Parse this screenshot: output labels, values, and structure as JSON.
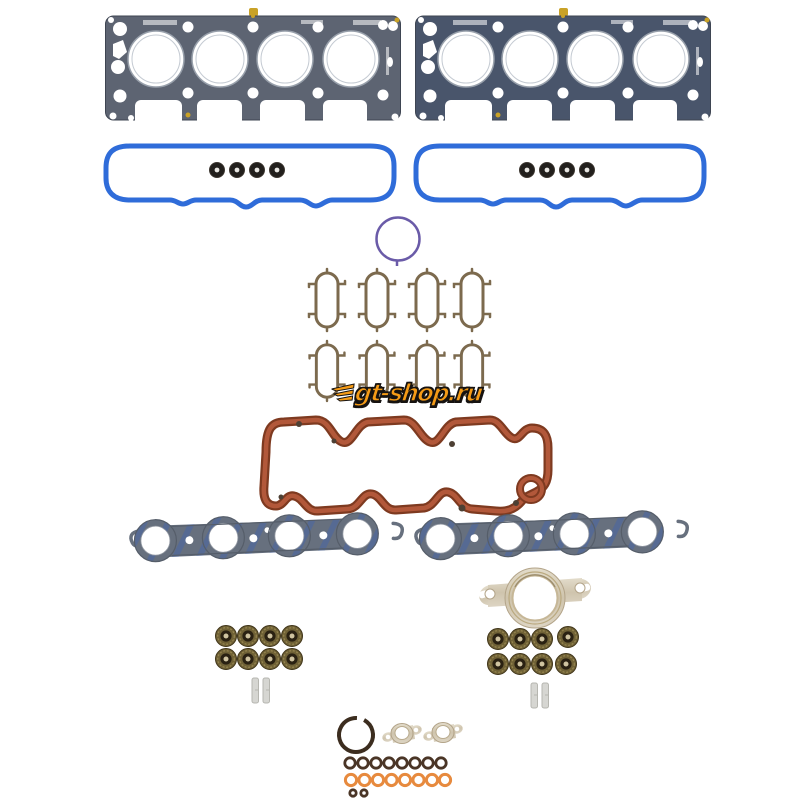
{
  "title": "Engine cylinder head gasket set product photo",
  "background": "#ffffff",
  "watermark": {
    "text": "gt-shop.ru"
  },
  "parts": [
    {
      "name": "cylinder-head-gasket",
      "label": "MLS cylinder head gasket, 4 bores",
      "qty": 2
    },
    {
      "name": "valve-cover-gasket",
      "label": "Blue valve cover gasket",
      "qty": 2
    },
    {
      "name": "valve-cover-grommet",
      "label": "Valve cover bolt grommet",
      "qty": 8
    },
    {
      "name": "purple-o-ring",
      "label": "Purple O-ring seal",
      "qty": 1
    },
    {
      "name": "intake-port-gasket",
      "label": "Intake manifold port gasket",
      "qty": 8
    },
    {
      "name": "valley-cover-gasket",
      "label": "Rust-colored valley/pan cover gasket",
      "qty": 1
    },
    {
      "name": "exhaust-manifold-gasket",
      "label": "Exhaust manifold gasket, 4 ports",
      "qty": 2
    },
    {
      "name": "exhaust-flange-gasket",
      "label": "Metallic exhaust flange gasket",
      "qty": 1
    },
    {
      "name": "valve-stem-seal",
      "label": "Valve stem seal",
      "qty": 16
    },
    {
      "name": "dowel-pin",
      "label": "Dowel pin",
      "qty": 4
    },
    {
      "name": "large-o-ring",
      "label": "Large dark rubber O-ring",
      "qty": 1
    },
    {
      "name": "egr-flange-gasket",
      "label": "Small metallic flange gasket",
      "qty": 2
    },
    {
      "name": "o-ring-dark",
      "label": "Small dark O-ring",
      "qty": 8
    },
    {
      "name": "o-ring-orange",
      "label": "Small orange O-ring",
      "qty": 8
    },
    {
      "name": "o-ring-tiny",
      "label": "Tiny dark O-ring",
      "qty": 2
    }
  ],
  "colors": {
    "bg": "#ffffff",
    "head_gasket_left": "#5d6472",
    "head_gasket_right": "#49556b",
    "valve_cover_blue": "#2f6cd9",
    "grommet_dark": "#221f1c",
    "oring_purple": "#6a5ba8",
    "intake_brown": "#7c6a4e",
    "valley_rust_dark": "#7e3a20",
    "valley_rust": "#b2583a",
    "exhaust_body": "#67707e",
    "exhaust_stripe": "#4a66a4",
    "flange_metal": "#d8cfbc",
    "seal_olive": "#6f6136",
    "seal_dark": "#2a2112",
    "seal_center": "#cfc3a0",
    "pin_gray": "#d6d6d2",
    "oring_dark": "#4a3526",
    "oring_orange": "#e78a3e",
    "watermark_orange": "#f59b16",
    "watermark_outline": "#161311",
    "gold_dot": "#c9a227"
  }
}
